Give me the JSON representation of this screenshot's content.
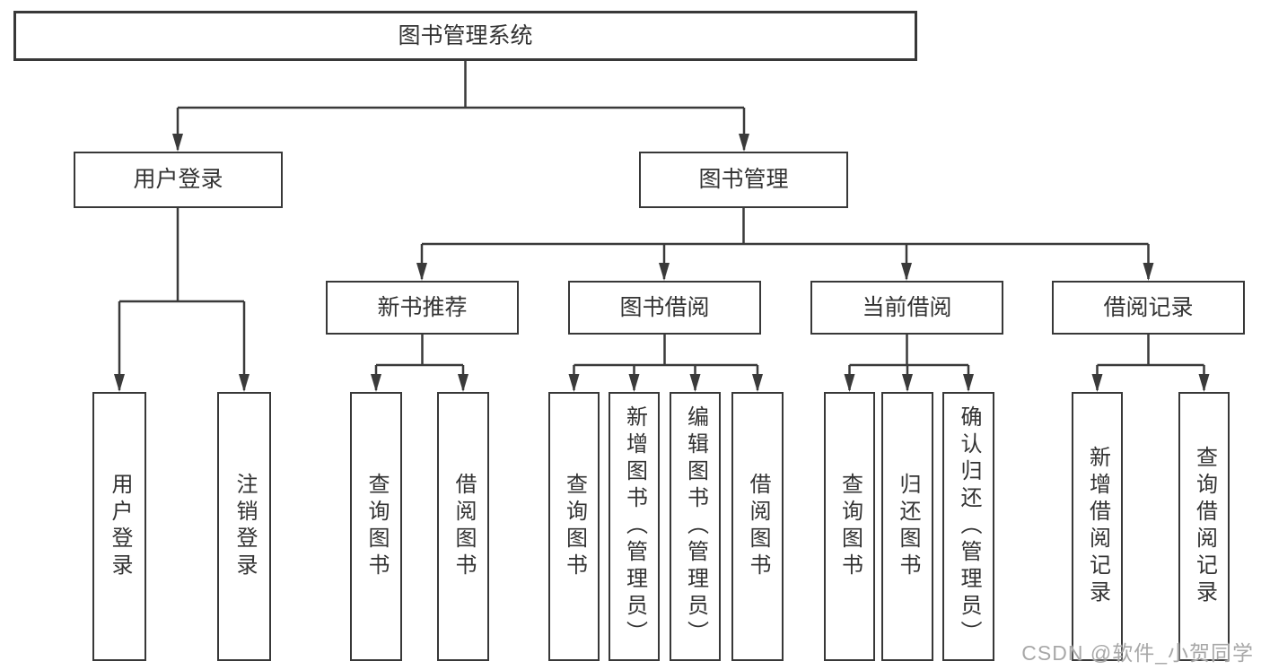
{
  "diagram": {
    "root": {
      "label": "图书管理系统"
    },
    "level2": [
      {
        "label": "用户登录"
      },
      {
        "label": "图书管理"
      }
    ],
    "level3": [
      {
        "label": "新书推荐"
      },
      {
        "label": "图书借阅"
      },
      {
        "label": "当前借阅"
      },
      {
        "label": "借阅记录"
      }
    ],
    "leaves": {
      "user_login": [
        "用户登录",
        "注销登录"
      ],
      "new_book": [
        "查询图书",
        "借阅图书"
      ],
      "book_borrow": [
        "查询图书",
        "新增图书（管理员）",
        "编辑图书（管理员）",
        "借阅图书"
      ],
      "current_borrow": [
        "查询图书",
        "归还图书",
        "确认归还（管理员）"
      ],
      "borrow_records": [
        "新增借阅记录",
        "查询借阅记录"
      ]
    }
  },
  "watermark": {
    "text": "CSDN @软件_小贺同学"
  },
  "colors": {
    "line": "#3a3a3a",
    "border": "#383838",
    "text": "#333333",
    "background": "#ffffff",
    "watermark": "#a8a8a8"
  }
}
